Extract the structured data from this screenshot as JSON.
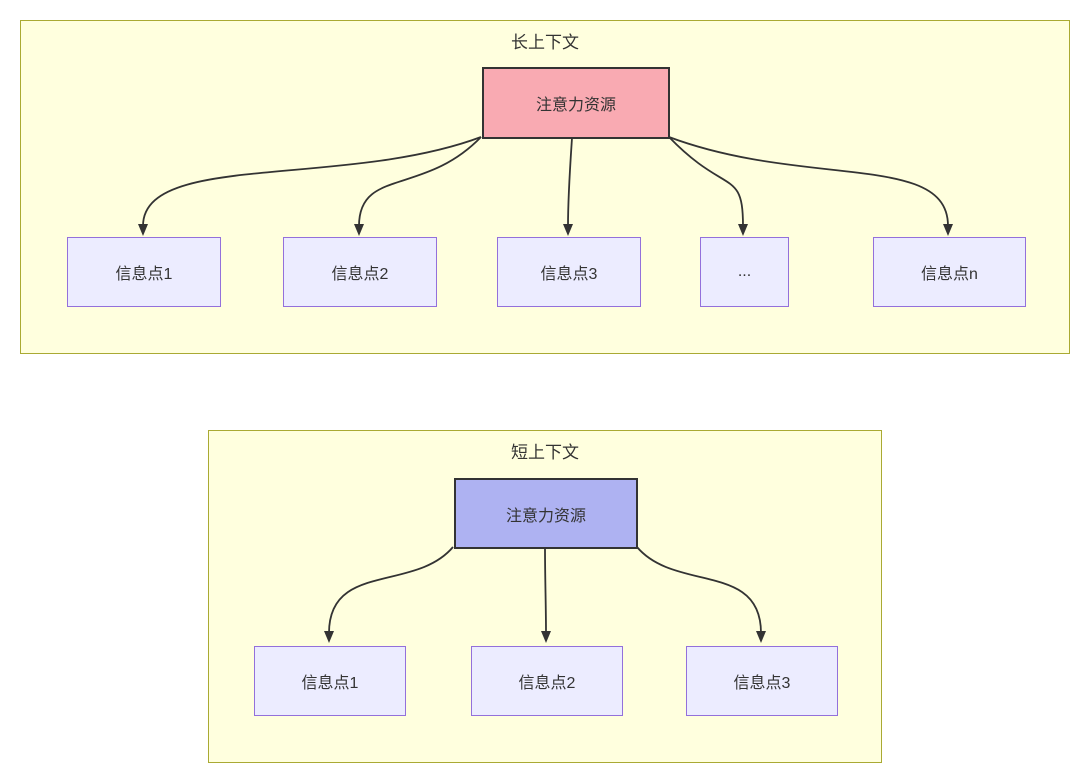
{
  "diagram": {
    "type": "flowchart",
    "colors": {
      "cluster_fill": "#ffffde",
      "cluster_border": "#aaaa33",
      "node_fill": "#ececff",
      "node_border": "#9370db",
      "source_long_fill": "#f9aab2",
      "source_short_fill": "#aeb2f2",
      "source_border": "#333333",
      "edge": "#333333",
      "text": "#333333"
    },
    "sections": [
      {
        "title": "长上下文",
        "source": {
          "label": "注意力资源"
        },
        "targets": [
          {
            "label": "信息点1"
          },
          {
            "label": "信息点2"
          },
          {
            "label": "信息点3"
          },
          {
            "label": "..."
          },
          {
            "label": "信息点n"
          }
        ]
      },
      {
        "title": "短上下文",
        "source": {
          "label": "注意力资源"
        },
        "targets": [
          {
            "label": "信息点1"
          },
          {
            "label": "信息点2"
          },
          {
            "label": "信息点3"
          }
        ]
      }
    ]
  }
}
